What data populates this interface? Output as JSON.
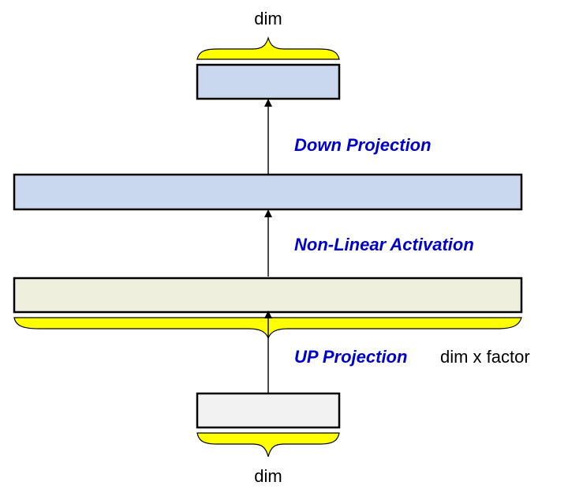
{
  "labels": {
    "top_dim": "dim",
    "bottom_dim": "dim",
    "wide_dim": "dim x factor",
    "down_projection": "Down Projection",
    "activation": "Non-Linear Activation",
    "up_projection": "UP Projection"
  },
  "colors": {
    "output_box": "#c9d8ee",
    "activated_box": "#c9d8ee",
    "hidden_box": "#eeefdc",
    "input_box": "#f2f2f2",
    "brace": "#ffff00",
    "label_text": "#0000cc"
  }
}
